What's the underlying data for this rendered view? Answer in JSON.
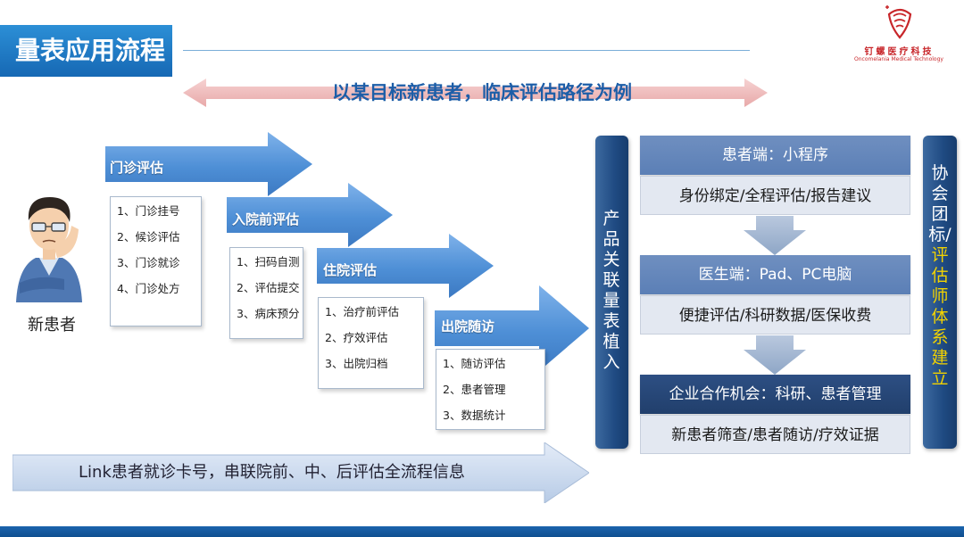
{
  "header": {
    "title": "量表应用流程",
    "logo_text": "钉螺医疗科技",
    "logo_sub": "Oncomelania Medical Technology"
  },
  "subtitle": "以某目标新患者，临床评估路径为例",
  "patient": {
    "label": "新患者"
  },
  "steps": [
    {
      "title": "门诊评估",
      "items": [
        "1、门诊挂号",
        "2、候诊评估",
        "3、门诊就诊",
        "4、门诊处方"
      ]
    },
    {
      "title": "入院前评估",
      "items": [
        "1、扫码自测",
        "2、评估提交",
        "3、病床预分"
      ]
    },
    {
      "title": "住院评估",
      "items": [
        "1、治疗前评估",
        "2、疗效评估",
        "3、出院归档"
      ]
    },
    {
      "title": "出院随访",
      "items": [
        "1、随访评估",
        "2、患者管理",
        "3、数据统计"
      ]
    }
  ],
  "link_bar": "Link患者就诊卡号，串联院前、中、后评估全流程信息",
  "product_bar": "产品关联量表植入",
  "association_bar": {
    "main": "协会团标/",
    "highlight": "评估师体系建立"
  },
  "cards": [
    {
      "head": "患者端：小程序",
      "body": "身份绑定/全程评估/报告建议"
    },
    {
      "head": "医生端：Pad、PC电脑",
      "body": "便捷评估/科研数据/医保收费"
    },
    {
      "head": "企业合作机会：科研、患者管理",
      "body": "新患者筛查/患者随访/疗效证据"
    }
  ],
  "colors": {
    "brand_blue": "#1668b4",
    "arrow_blue": "#4f8fd8",
    "highlight_yellow": "#f2d200",
    "logo_red": "#c8262a"
  }
}
